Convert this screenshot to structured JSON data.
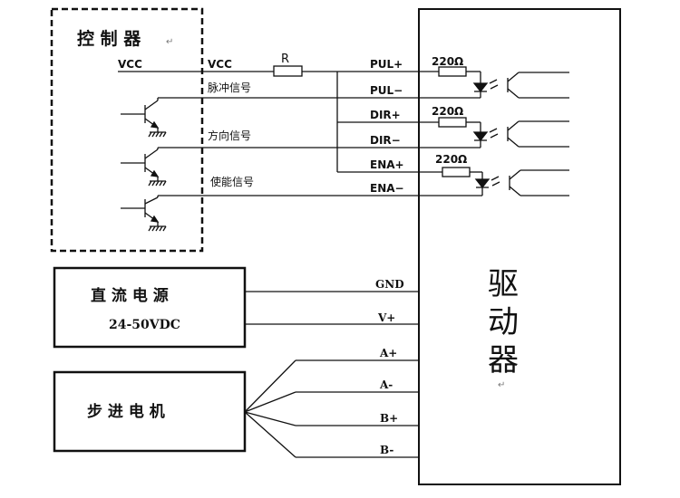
{
  "controller": {
    "title": "控 制 器",
    "vcc_left": "VCC",
    "vcc_right": "VCC",
    "resistor": "R",
    "pulse_signal": "脉冲信号",
    "direction_signal": "方向信号",
    "enable_signal": "使能信号"
  },
  "driver": {
    "title_chars": [
      "驱",
      "动",
      "器"
    ],
    "pins": {
      "pul_plus": "PUL+",
      "pul_minus": "PUL−",
      "dir_plus": "DIR+",
      "dir_minus": "DIR−",
      "ena_plus": "ENA+",
      "ena_minus": "ENA−",
      "gnd": "GND",
      "v_plus": "V+",
      "a_plus": "A+",
      "a_minus": "A-",
      "b_plus": "B+",
      "b_minus": "B-"
    },
    "resistor_value": "220Ω"
  },
  "power_supply": {
    "title": "直 流 电 源",
    "spec": "24-50VDC"
  },
  "motor": {
    "title": "步 进 电 机"
  },
  "return_mark": "↵"
}
